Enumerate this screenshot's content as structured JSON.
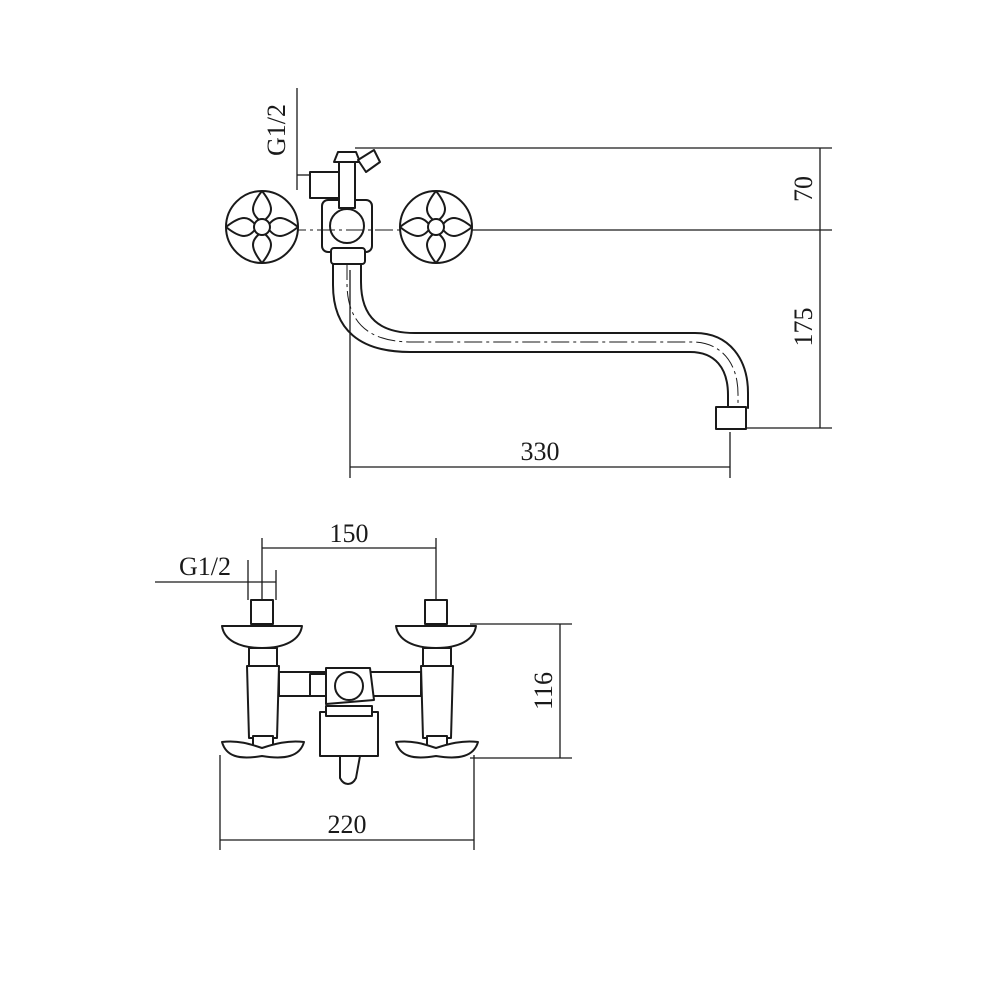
{
  "side_view": {
    "thread_label": "G1/2",
    "dim_top_height": "70",
    "dim_spout_drop": "175",
    "dim_spout_reach": "330"
  },
  "front_view": {
    "thread_label": "G1/2",
    "dim_inlet_spacing": "150",
    "dim_body_height": "116",
    "dim_overall_width": "220"
  },
  "colors": {
    "line": "#1a1a1a",
    "background": "#ffffff"
  }
}
